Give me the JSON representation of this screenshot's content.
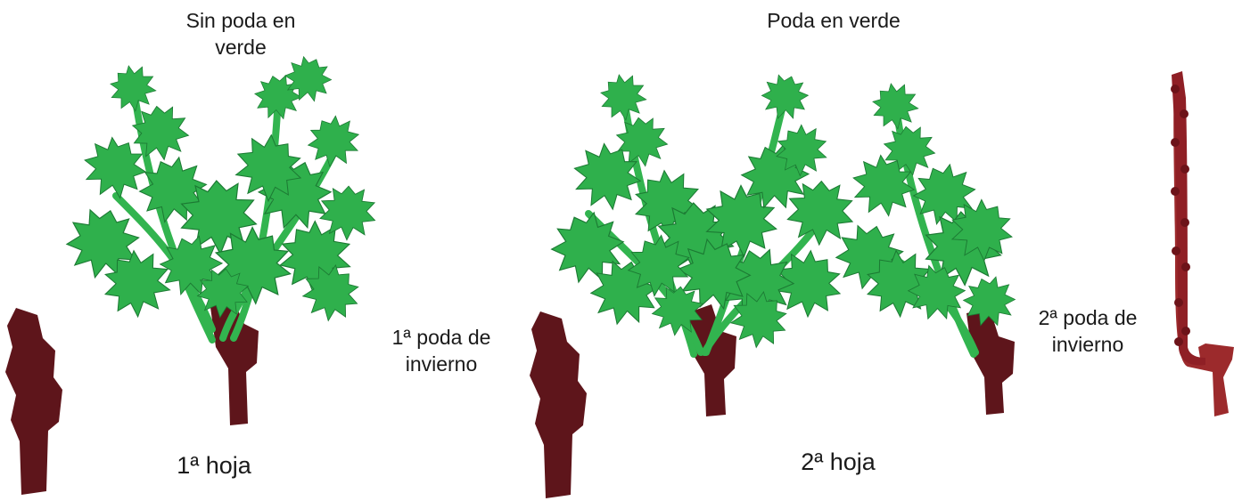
{
  "labels": {
    "sin_poda": "Sin poda en\nverde",
    "poda_verde": "Poda en verde",
    "primera_poda": "1ª poda de\ninvierno",
    "segunda_poda": "2ª poda de\ninvierno",
    "primera_hoja": "1ª hoja",
    "segunda_hoja": "2ª hoja"
  },
  "colors": {
    "trunk": "#5e151b",
    "trunk_light": "#9c2a2c",
    "leaf": "#2fb04c",
    "leaf_edge": "#1c7a33",
    "stem": "#32b44f"
  },
  "icons": [
    "grapevine-stump-icon",
    "leafy-grapevine-icon",
    "cane-icon"
  ]
}
